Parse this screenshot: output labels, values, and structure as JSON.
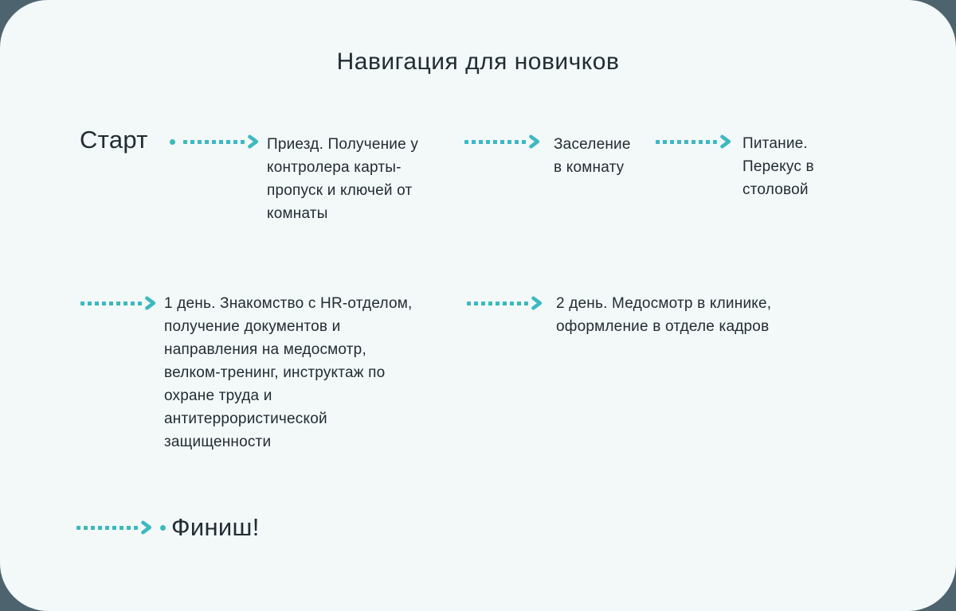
{
  "title": "Навигация для новичков",
  "colors": {
    "background": "#4d646e",
    "card": "#f3f8f9",
    "accent": "#3cb9c1",
    "text": "#222d33"
  },
  "icons": {
    "arrow": "dotted-arrow-right",
    "endpoint": "round-dot"
  },
  "flow": {
    "start_label": "Старт",
    "finish_label": "Финиш!",
    "steps": [
      {
        "text": "Приезд. Получение у\nконтролера карты-\nпропуск и ключей от\nкомнаты"
      },
      {
        "text": "Заселение\nв комнату"
      },
      {
        "text": "Питание.\nПерекус в\nстоловой"
      },
      {
        "text": "1 день. Знакомство с HR-отделом,\nполучение документов и\nнаправления на медосмотр,\nвелком-тренинг, инструктаж по\nохране труда и\nантитеррористической\nзащищенности"
      },
      {
        "text": "2 день. Медосмотр в клинике,\nоформление в отделе кадров"
      }
    ]
  }
}
